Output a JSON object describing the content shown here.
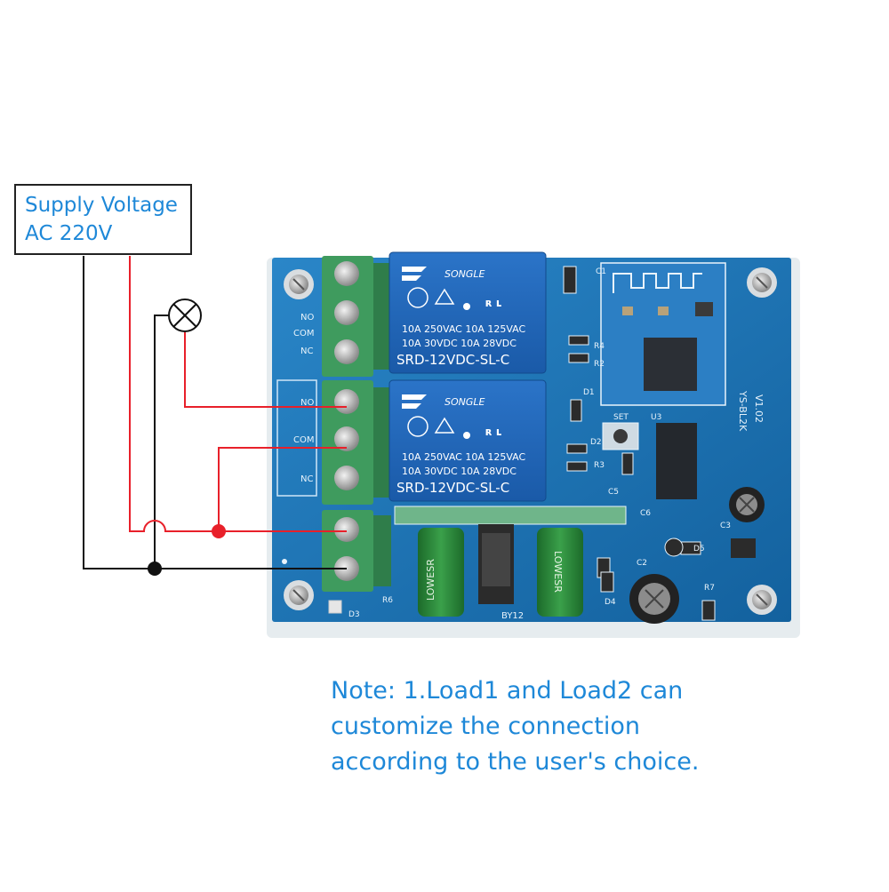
{
  "supply": {
    "line1": "Supply Voltage",
    "line2": "AC 220V"
  },
  "relays": [
    {
      "brand": "SONGLE",
      "rating1": "10A 250VAC   10A 125VAC",
      "rating2": "10A 30VDC   10A 28VDC",
      "model": "SRD-12VDC-SL-C"
    },
    {
      "brand": "SONGLE",
      "rating1": "10A 250VAC   10A 125VAC",
      "rating2": "10A 30VDC   10A 28VDC",
      "model": "SRD-12VDC-SL-C"
    }
  ],
  "terminals": {
    "top": [
      "NO",
      "COM",
      "NC"
    ],
    "bottom": [
      "NO",
      "COM",
      "NC"
    ]
  },
  "board": {
    "name": "YS-BL2K",
    "version": "V1.02",
    "set_label": "SET",
    "cap_label": "LOWESR",
    "designators": [
      "C1",
      "R4",
      "R2",
      "D1",
      "D2",
      "R3",
      "C5",
      "C6",
      "U3",
      "C3",
      "D5",
      "C2",
      "D4",
      "R7",
      "R6",
      "D3",
      "BY12"
    ]
  },
  "note": {
    "line1": "Note: 1.Load1 and Load2 can",
    "line2": "customize the connection",
    "line3": "according to the user's choice."
  },
  "colors": {
    "wire_red": "#e8202a",
    "wire_black": "#111111",
    "pcb_blue": "#1a72b8",
    "relay_blue": "#1f64b8",
    "terminal_green": "#3f9b5e",
    "text_blue": "#1e88d8"
  }
}
